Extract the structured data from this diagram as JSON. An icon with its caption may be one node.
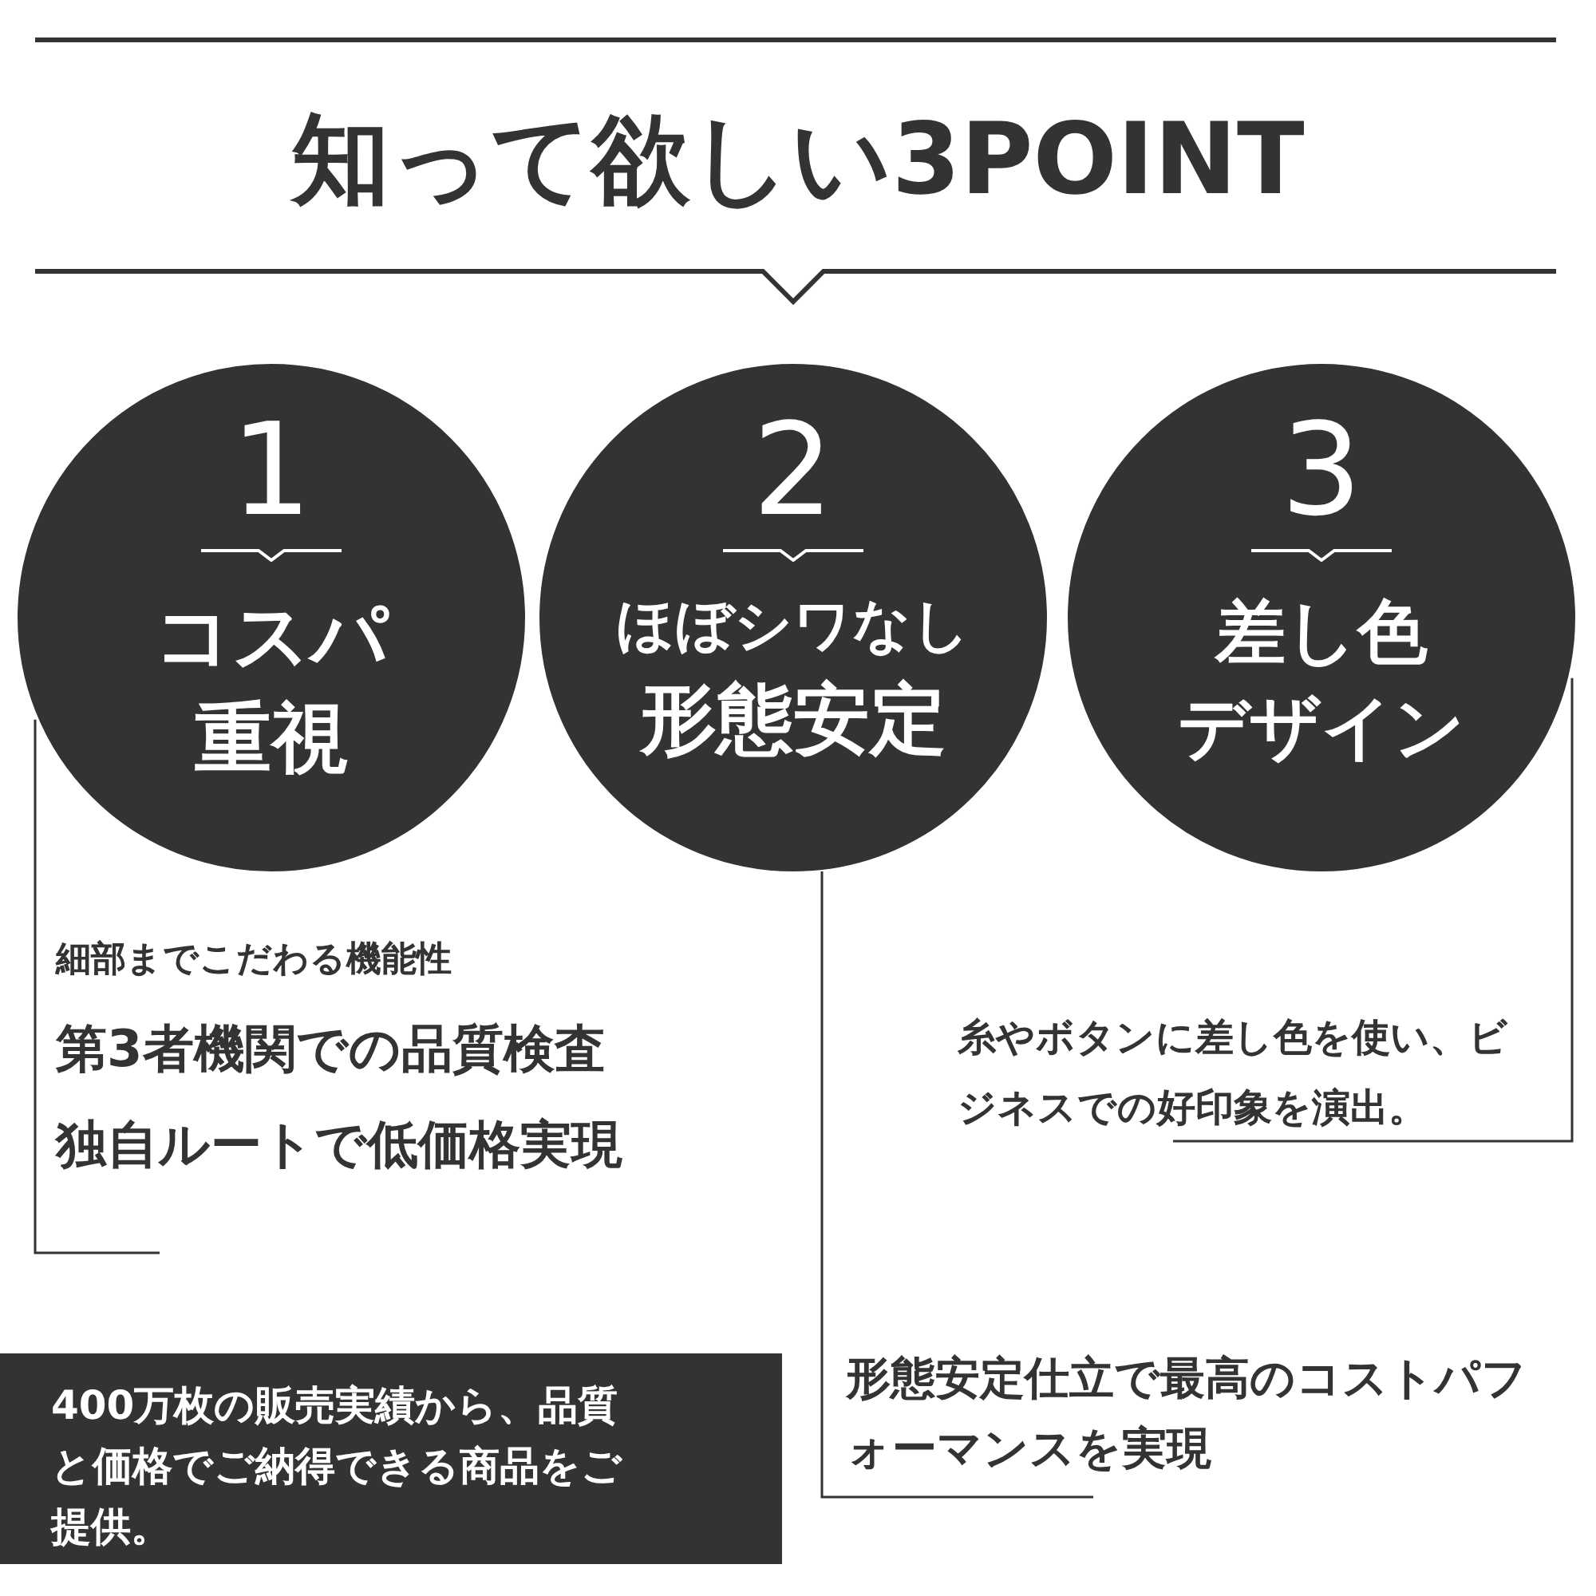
{
  "diagram": {
    "title": "知って欲しい3POINT",
    "nodes": [
      {
        "text": [
          "1",
          "コスパ",
          "重視"
        ]
      },
      {
        "text": [
          "2",
          "ほぼシワなし",
          "形態安定"
        ]
      },
      {
        "text": [
          "3",
          "差し色",
          "デザイン"
        ]
      },
      {
        "text": [
          "細部までこだわる機能性",
          "第3者機関での品質検査",
          "独自ルートで低価格実現"
        ]
      },
      {
        "text": [
          "糸やボタンに差し色を使い、ビジネスでの好印象を演出。"
        ]
      },
      {
        "text": [
          "形態安定仕立で最高のコストパフォーマンスを実現"
        ]
      },
      {
        "text": [
          "400万枚の販売実績から、品質と価格でご納得できる商品をご提供。"
        ]
      }
    ],
    "edges": [
      {
        "from": 0,
        "to": 3,
        "arrow": "none"
      },
      {
        "from": 2,
        "to": 4,
        "arrow": "none"
      },
      {
        "from": 1,
        "to": 5,
        "arrow": "none"
      }
    ]
  }
}
